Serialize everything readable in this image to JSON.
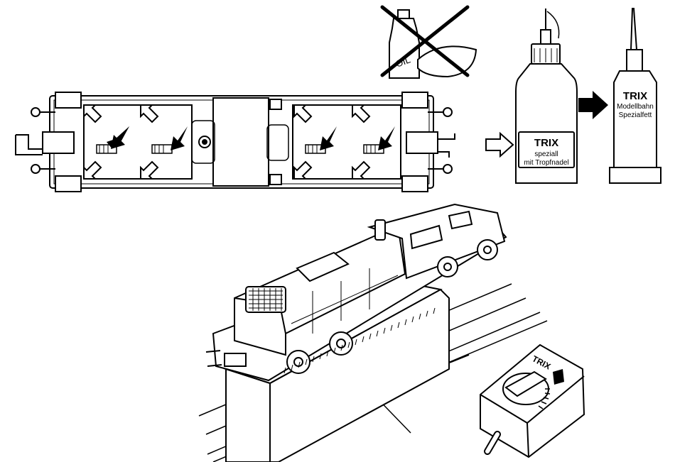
{
  "labels": {
    "oil_bottle": "OIL",
    "oiler_brand": "TRIX",
    "oiler_line1": "speziall",
    "oiler_line2": "mit Tropfnadel",
    "grease_brand": "TRIX",
    "grease_line1": "Modellbahn",
    "grease_line2": "Spezialfett",
    "controller_brand": "TRIX"
  },
  "colors": {
    "ink": "#000000",
    "paper": "#ffffff"
  },
  "icons": [
    "prohibition-cross-icon",
    "outline-arrow-icon",
    "solid-arrow-icon"
  ]
}
